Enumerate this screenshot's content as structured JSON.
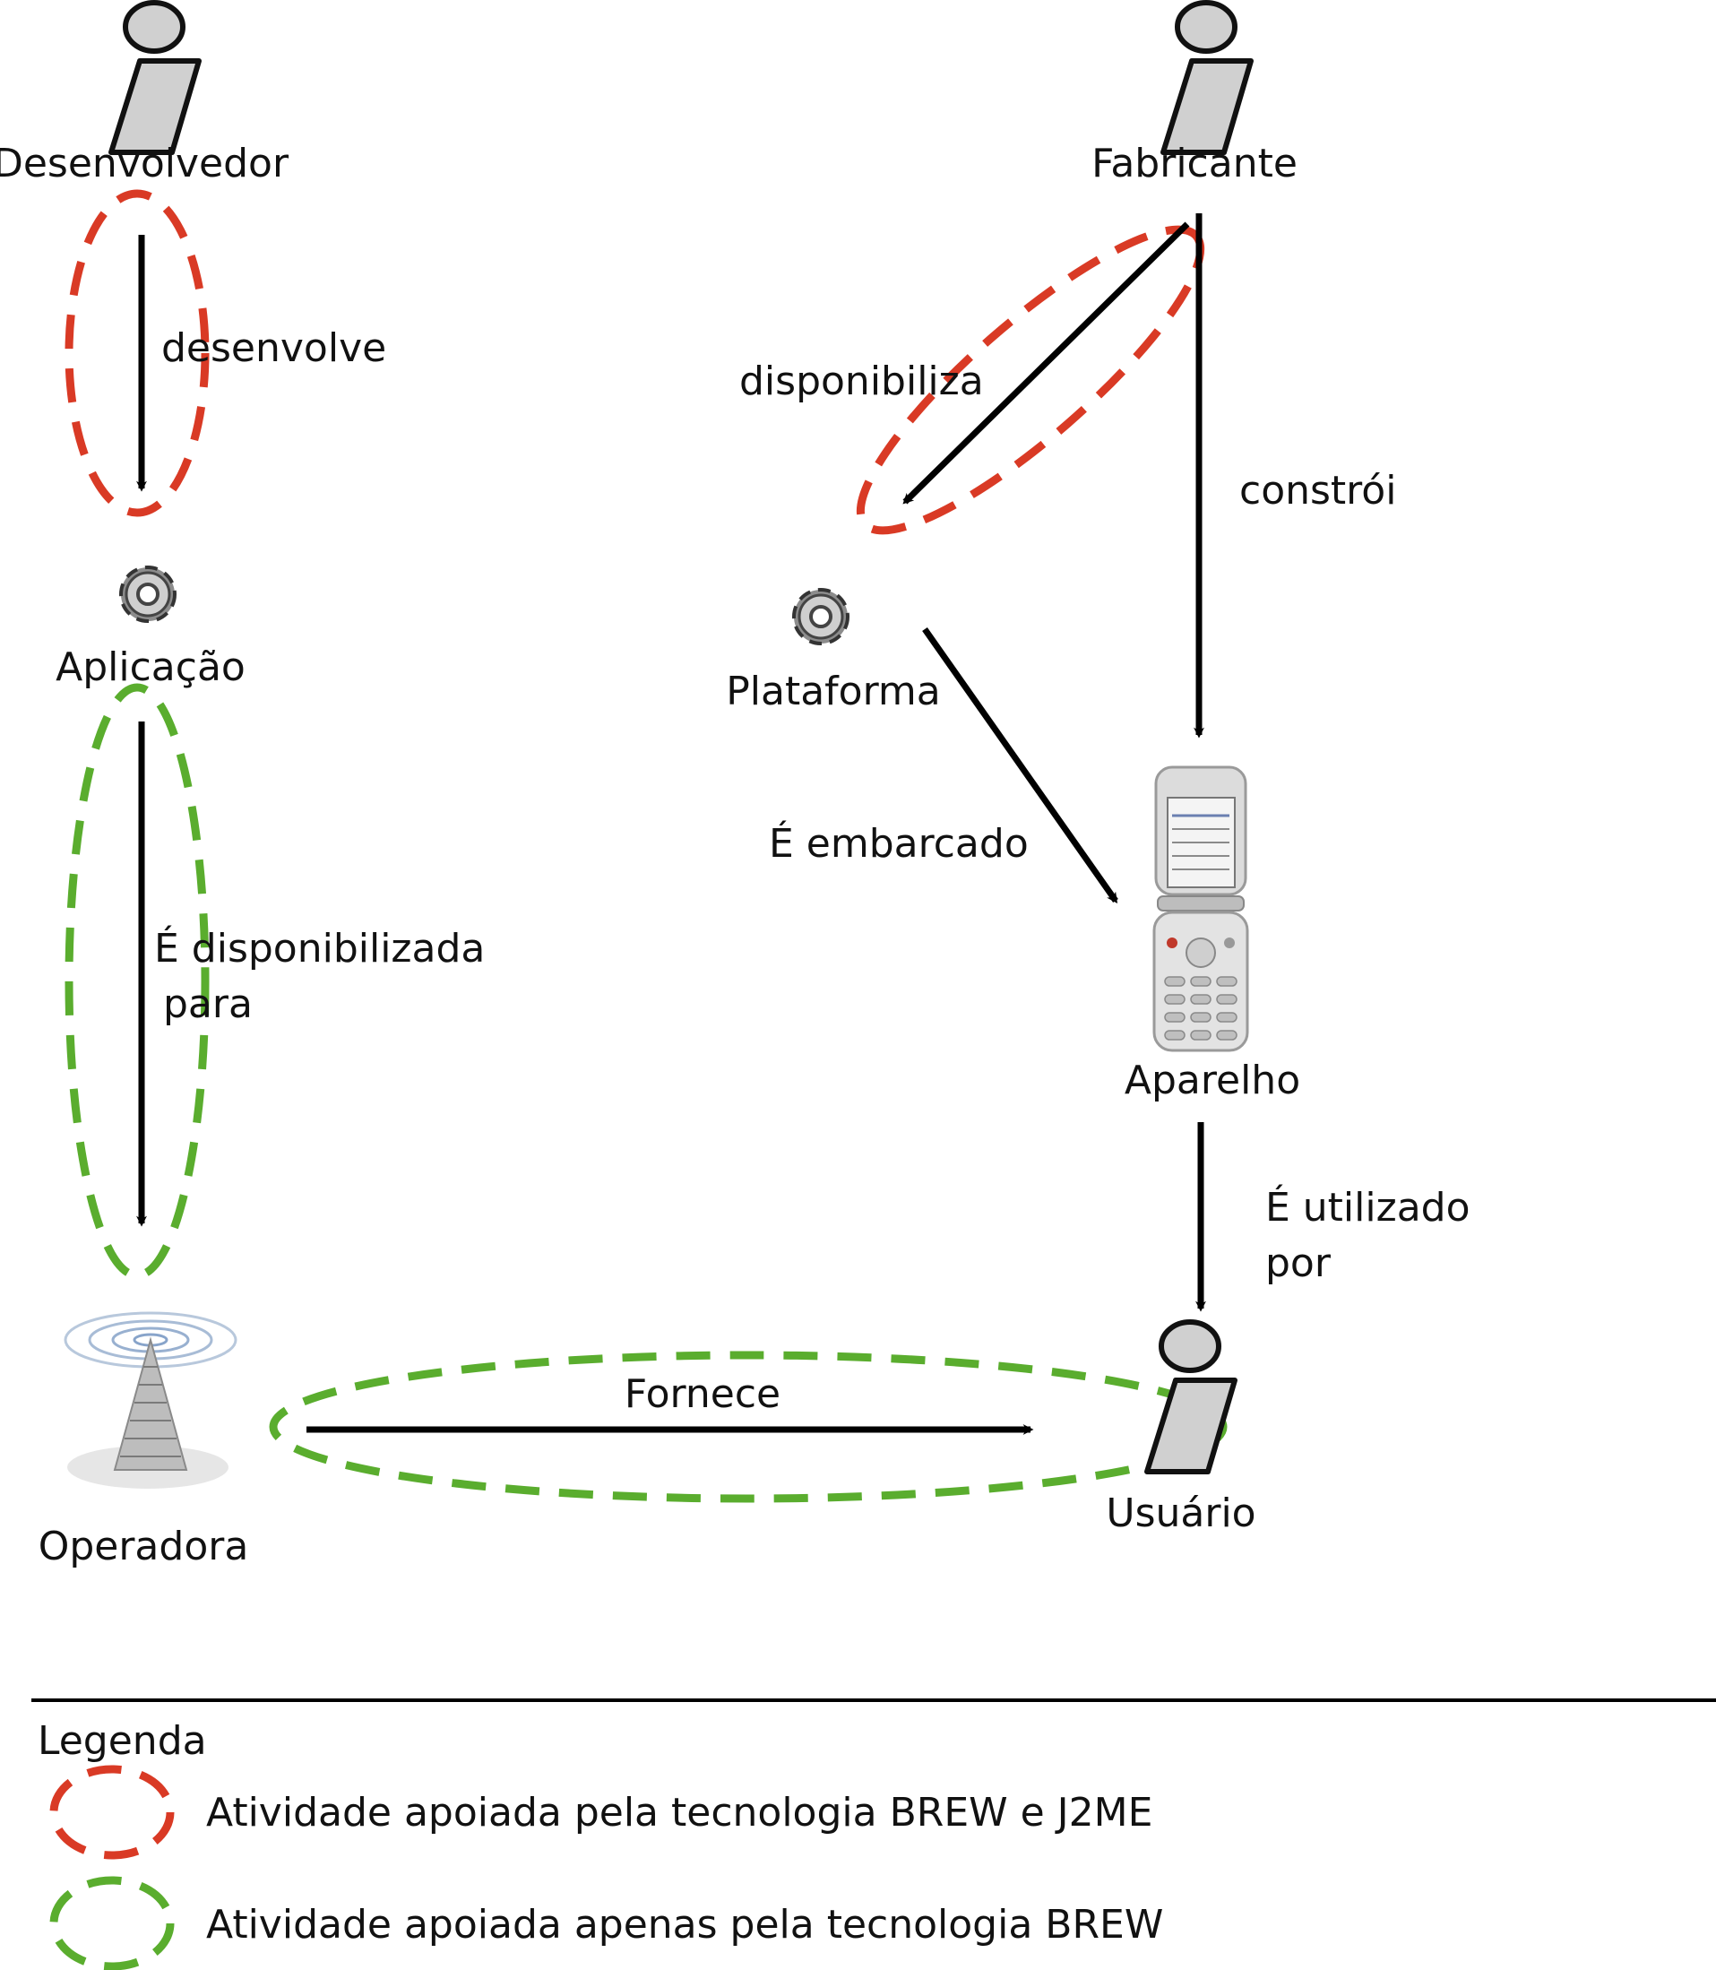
{
  "colors": {
    "red_dashed": "#d93a25",
    "green_dashed": "#5aad2e",
    "arrow": "#000000",
    "person_fill": "#d0d0d0",
    "person_stroke": "#111111"
  },
  "nodes": {
    "desenvolvedor": {
      "label": "Desenvolvedor",
      "icon": "person-icon"
    },
    "fabricante": {
      "label": "Fabricante",
      "icon": "person-icon"
    },
    "aplicacao": {
      "label": "Aplicação",
      "icon": "gear-icon"
    },
    "plataforma": {
      "label": "Plataforma",
      "icon": "gear-icon"
    },
    "aparelho": {
      "label": "Aparelho",
      "icon": "flip-phone-icon"
    },
    "operadora": {
      "label": "Operadora",
      "icon": "antenna-tower-icon"
    },
    "usuario": {
      "label": "Usuário",
      "icon": "person-icon"
    }
  },
  "edges": {
    "desenvolve": {
      "label": "desenvolve"
    },
    "disponibiliza": {
      "label": "disponibiliza"
    },
    "constroi": {
      "label": "constrói"
    },
    "embarcado": {
      "label": "É embarcado"
    },
    "disponibilizada": {
      "line1": "É disponibilizada",
      "line2": "para"
    },
    "utilizado": {
      "line1": "É utilizado",
      "line2": "por"
    },
    "fornece": {
      "label": "Fornece"
    }
  },
  "legend": {
    "title": "Legenda",
    "items": [
      {
        "label": "Atividade apoiada pela tecnologia BREW e J2ME",
        "color": "#d93a25"
      },
      {
        "label": "Atividade apoiada apenas pela tecnologia BREW",
        "color": "#5aad2e"
      }
    ]
  }
}
